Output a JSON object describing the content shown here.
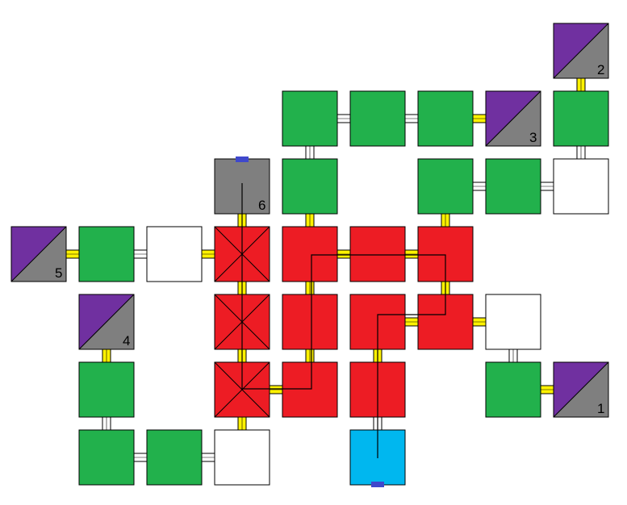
{
  "colors": {
    "green": "#22b14c",
    "red": "#ed1c24",
    "white": "#ffffff",
    "gray": "#7f7f7f",
    "purple": "#7030a0",
    "cyan": "#00b7ef",
    "yellow": "#fff200",
    "marker": "#3f48cc",
    "line": "#000000"
  },
  "exit_numbers": [
    "1",
    "2",
    "3",
    "4",
    "5",
    "6"
  ]
}
